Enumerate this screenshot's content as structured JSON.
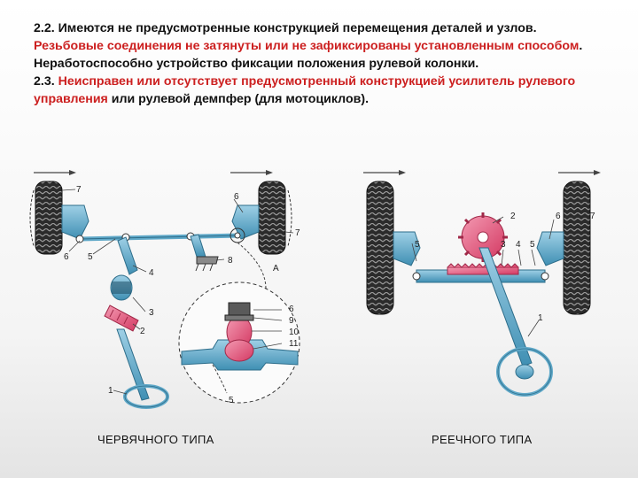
{
  "text": {
    "p1": "2.2. Имеются не предусмотренные конструкцией перемещения деталей и узлов.",
    "p2_red": "Резьбовые соединения не затянуты или не зафиксированы установленным способом",
    "p2_rest": ". Неработоспособно устройство фиксации положения рулевой колонки.",
    "p3_num": "2.3. ",
    "p3_red": "Неисправен или отсутствует предусмотренный конструкцией усилитель рулевого управления",
    "p3_rest": " или рулевой демпфер (для мотоциклов)."
  },
  "captions": {
    "left": "ЧЕРВЯЧНОГО ТИПА",
    "right": "РЕЕЧНОГО  ТИПА"
  },
  "left_labels": [
    "7",
    "6",
    "7",
    "6",
    "5",
    "4",
    "8",
    "А",
    "3",
    "2",
    "1",
    "6",
    "9",
    "10",
    "11",
    "5"
  ],
  "right_labels": [
    "2",
    "6",
    "7",
    "5",
    "3",
    "4",
    "5",
    "1"
  ],
  "colors": {
    "red_text": "#cc1f1f",
    "steel": "#5fa8c8",
    "pink": "#e2557a",
    "tire": "#2a2a2a"
  }
}
